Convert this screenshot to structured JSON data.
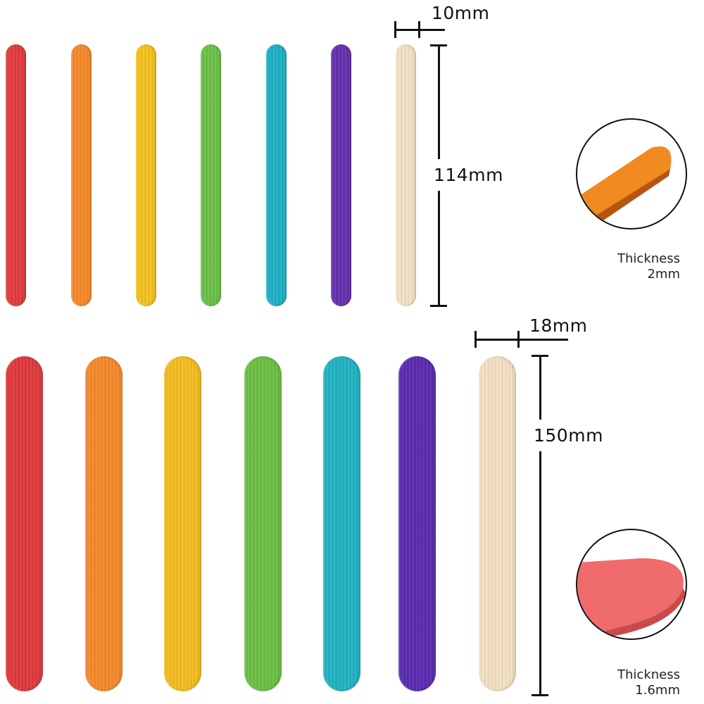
{
  "small_sticks": {
    "colors": [
      "#e23c3e",
      "#f7892b",
      "#f4c21f",
      "#6cc04a",
      "#1fb1c6",
      "#6632b0",
      "#f3e2c6"
    ],
    "width_label": "10mm",
    "length_label": "114mm",
    "thickness_title": "Thickness",
    "thickness_value": "2mm",
    "detail_color": "#f28a22"
  },
  "large_sticks": {
    "colors": [
      "#df3a3d",
      "#f58a2c",
      "#f2bd20",
      "#6cbf46",
      "#22b3c4",
      "#5b2db0",
      "#f3e0c4"
    ],
    "width_label": "18mm",
    "length_label": "150mm",
    "thickness_title": "Thickness",
    "thickness_value": "1.6mm",
    "detail_color": "#ef6b6c"
  }
}
